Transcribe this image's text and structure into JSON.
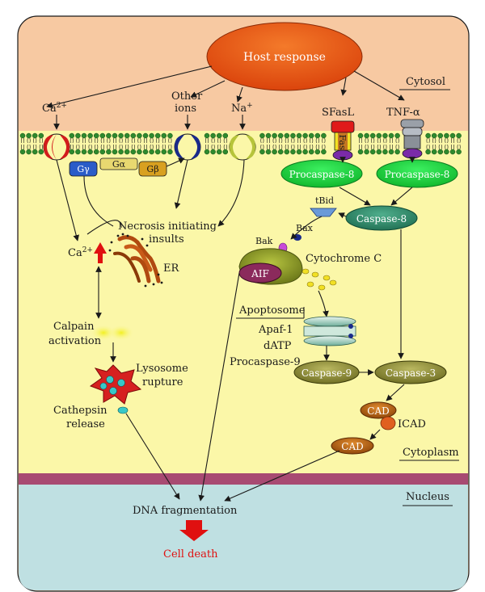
{
  "compartments": {
    "cytosol": "Cytosol",
    "cytoplasm": "Cytoplasm",
    "nucleus": "Nucleus"
  },
  "host_response": "Host response",
  "ions": {
    "calcium": "Ca",
    "calcium_sup": "2+",
    "other_ions_line1": "Other",
    "other_ions_line2": "ions",
    "sodium": "Na",
    "sodium_sup": "+"
  },
  "receptors": {
    "sfasl": "SFasL",
    "tnf": "TNF-α",
    "fas": "Fas"
  },
  "g_protein": {
    "g_gamma": "Gγ",
    "g_alpha": "Gα",
    "g_beta": "Gβ"
  },
  "necrosis": {
    "line1": "Necrosis initiating",
    "line2": "insults"
  },
  "er": "ER",
  "calpain": {
    "line1": "Calpain",
    "line2": "activation"
  },
  "lysosome": {
    "line1": "Lysosome",
    "line2": "rupture"
  },
  "cathepsin": {
    "line1": "Cathepsin",
    "line2": "release"
  },
  "apoptosis": {
    "procaspase8_a": "Procaspase-8",
    "procaspase8_b": "Procaspase-8",
    "caspase8": "Caspase-8",
    "tbid": "tBid",
    "bax": "Bax",
    "bak": "Bak",
    "cytochrome_c": "Cytochrome C",
    "aif": "AIF",
    "apoptosome": "Apoptosome",
    "apaf1": "Apaf-1",
    "datp": "dATP",
    "procaspase9": "Procaspase-9",
    "caspase9": "Caspase-9",
    "caspase3": "Caspase-3",
    "cad_top": "CAD",
    "icad": "ICAD",
    "cad_bottom": "CAD"
  },
  "dna_fragmentation": "DNA fragmentation",
  "cell_death": "Cell death",
  "colors": {
    "outer_bg": "#f7c9a2",
    "cytoplasm_bg": "#fbf7a8",
    "nuclear_membrane": "#a84a72",
    "nucleus_bg": "#bfe0e2",
    "host_response_fill": "#e8500c",
    "procaspase_fill": "#19d23c",
    "caspase_fill": "#2e8b6a",
    "caspase9_fill": "#8b8a2a",
    "cad_fill": "#b8620e",
    "aif_fill": "#8b2a5c",
    "cell_death_text": "#e01010"
  }
}
